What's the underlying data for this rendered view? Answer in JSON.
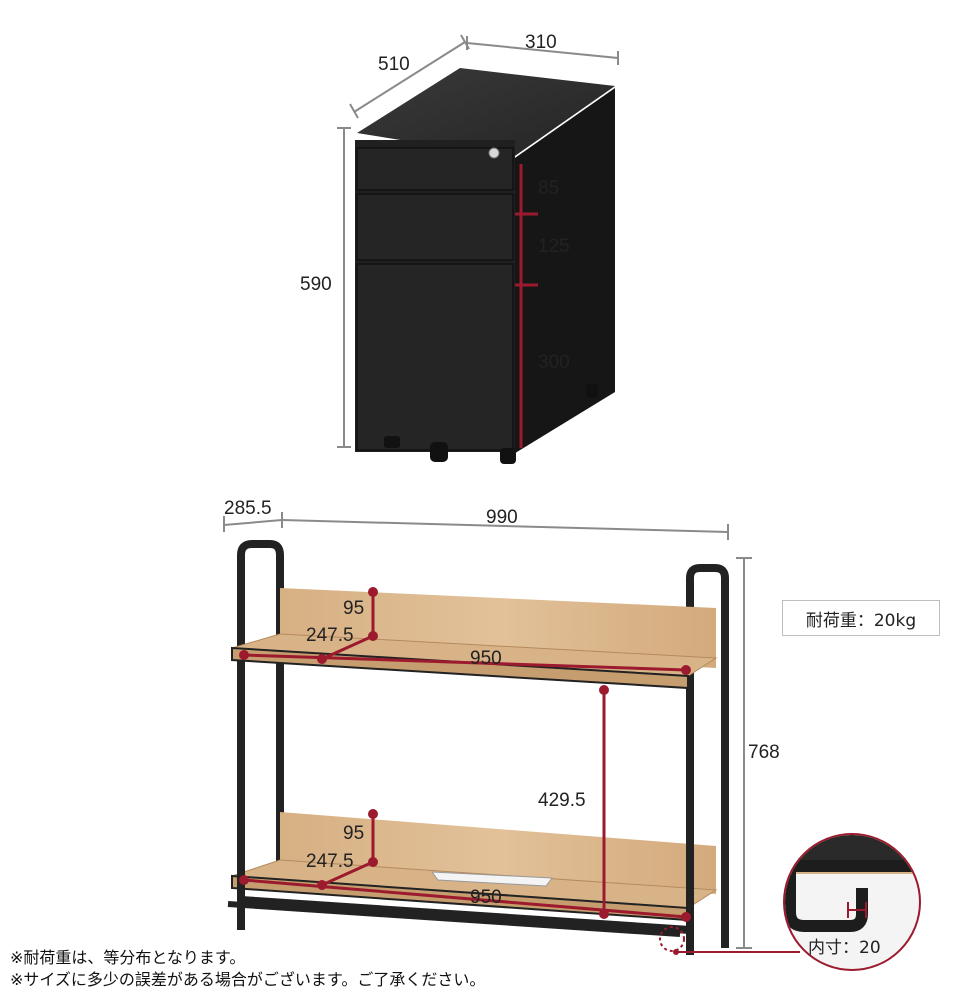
{
  "cabinet": {
    "depth_label": "510",
    "width_label": "310",
    "height_label": "590",
    "drawer_labels": [
      "85",
      "125",
      "300"
    ]
  },
  "shelf": {
    "depth_label": "285.5",
    "width_label": "990",
    "height_label": "768",
    "upper": {
      "back_height": "95",
      "depth": "247.5",
      "width": "950"
    },
    "lower": {
      "back_height": "95",
      "depth": "247.5",
      "width": "950"
    },
    "clearance_label": "429.5",
    "load_text": "耐荷重：20kg",
    "detail_label": "内寸：20"
  },
  "notes": [
    "※耐荷重は、等分布となります。",
    "※サイズに多少の誤差がある場合がございます。ご了承ください。"
  ],
  "colors": {
    "cabinet": "#1e1e1e",
    "wood": "#d9b388",
    "frame": "#222222",
    "dim_red": "#9c1a2e",
    "dim_gray": "#8a8a8a"
  }
}
